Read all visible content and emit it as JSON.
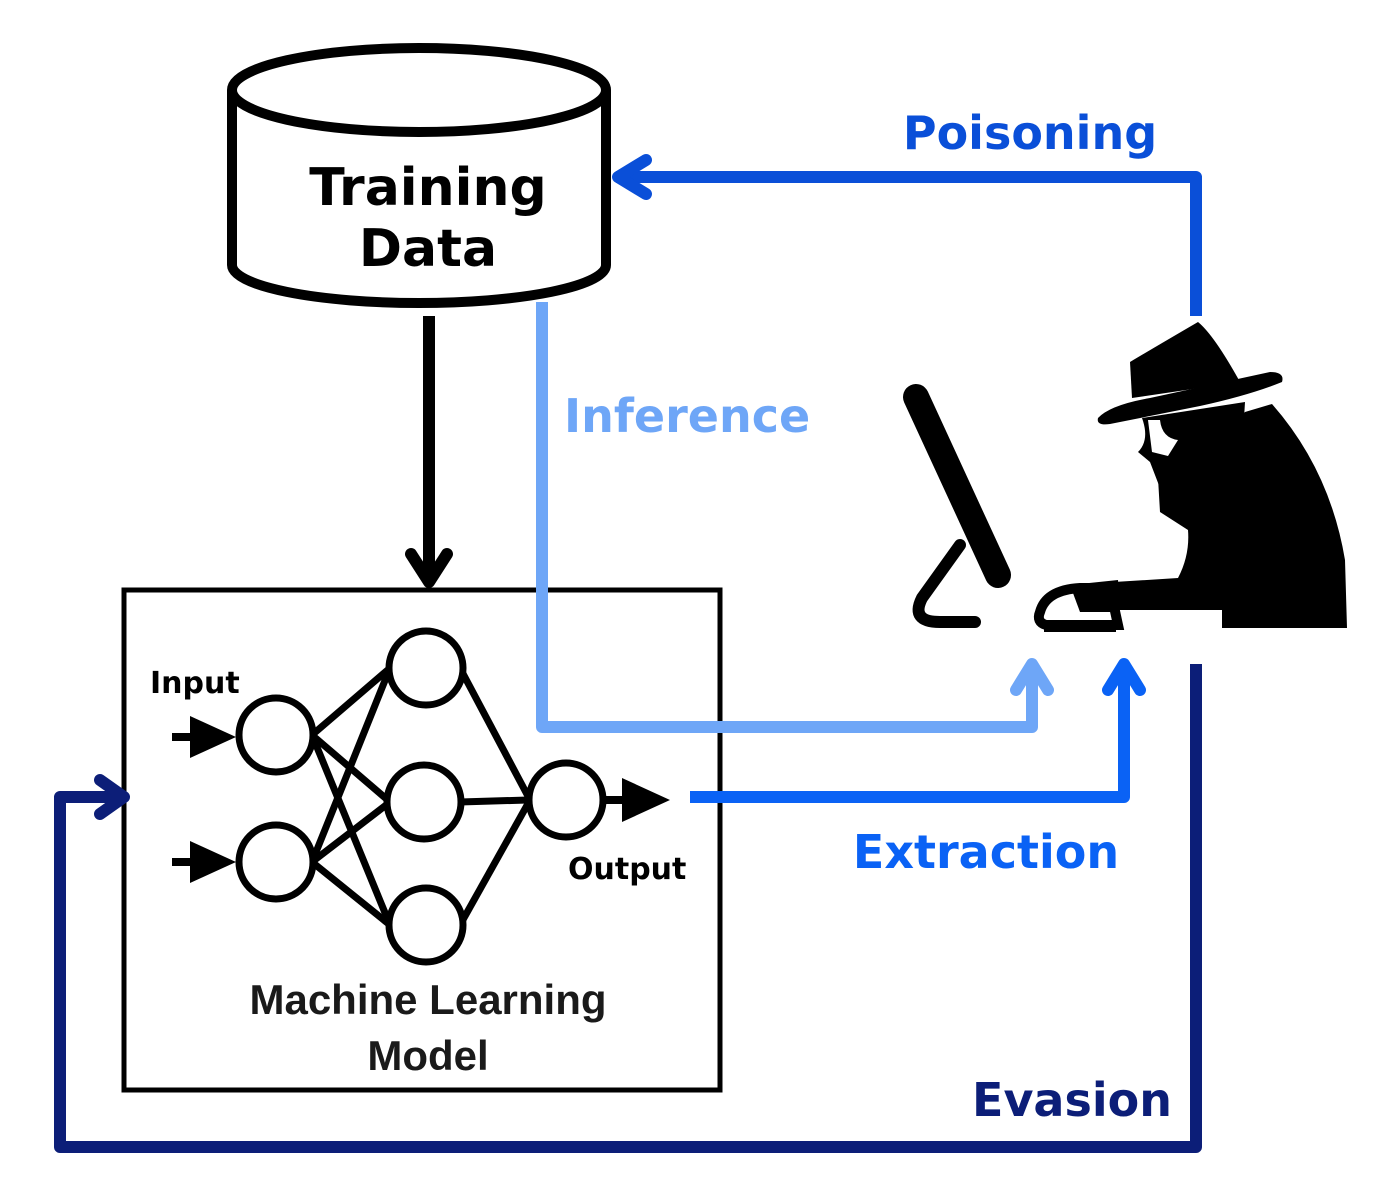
{
  "training_data": {
    "line1": "Training",
    "line2": "Data"
  },
  "model": {
    "input_label": "Input",
    "output_label": "Output",
    "title_line1": "Machine Learning",
    "title_line2": "Model"
  },
  "attacks": {
    "poisoning": "Poisoning",
    "inference": "Inference",
    "extraction": "Extraction",
    "evasion": "Evasion"
  },
  "icons": {
    "database": "database-cylinder-icon",
    "neural_network": "neural-network-icon",
    "attacker": "hacker-at-computer-icon"
  },
  "colors": {
    "poisoning": "#0a4fd8",
    "inference": "#6ea6f7",
    "extraction": "#0a62f5",
    "evasion": "#0c1e78",
    "ink": "#000000"
  }
}
